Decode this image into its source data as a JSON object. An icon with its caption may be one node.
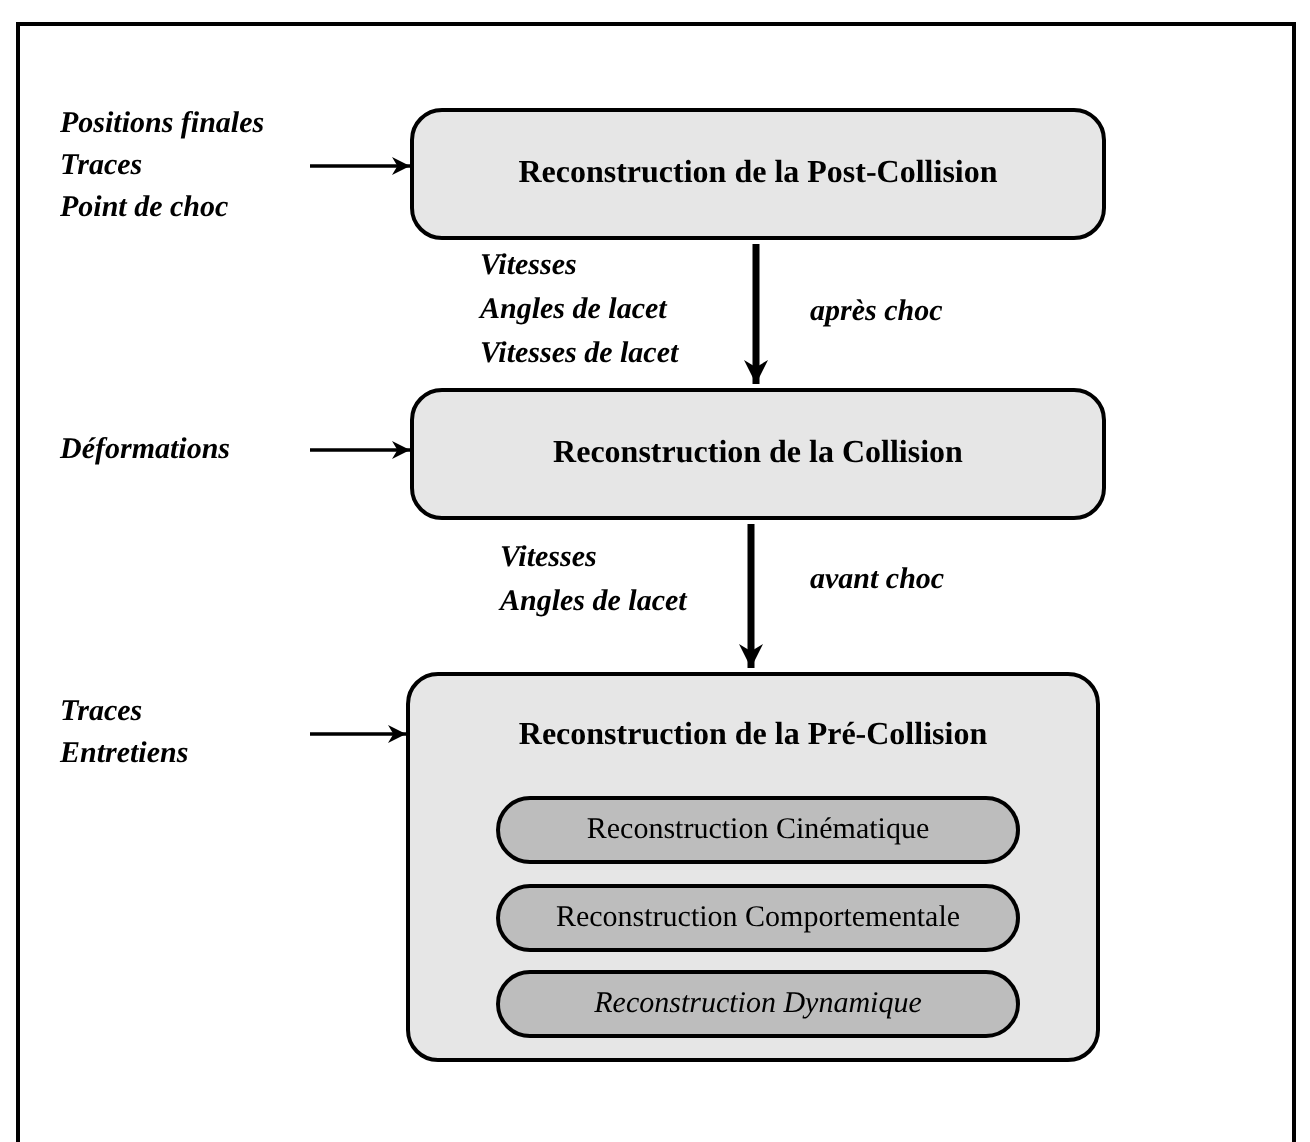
{
  "diagram": {
    "nodes": [
      {
        "text": [
          "Positions finales",
          "Traces",
          "Point de choc"
        ]
      },
      {
        "text": [
          "Reconstruction de la Post-Collision"
        ]
      },
      {
        "text": [
          "Déformations"
        ]
      },
      {
        "text": [
          "Reconstruction de la Collision"
        ]
      },
      {
        "text": [
          "Traces",
          "Entretiens"
        ]
      },
      {
        "text": [
          "Reconstruction de la Pré-Collision"
        ]
      },
      {
        "text": [
          "Reconstruction Cinématique"
        ],
        "in": 5
      },
      {
        "text": [
          "Reconstruction Comportementale"
        ],
        "in": 5
      },
      {
        "text": [
          "Reconstruction Dynamique"
        ],
        "in": 5
      }
    ],
    "edges": [
      {
        "from": 0,
        "to": 1,
        "arrow": "to"
      },
      {
        "from": 1,
        "to": 3,
        "arrow": "to",
        "label": "après choc",
        "style": "thick"
      },
      {
        "from": 2,
        "to": 3,
        "arrow": "to"
      },
      {
        "from": 3,
        "to": 5,
        "arrow": "to",
        "label": "avant choc",
        "style": "thick"
      },
      {
        "from": 4,
        "to": 5,
        "arrow": "to"
      }
    ],
    "labels": [
      "Vitesses",
      "Angles de lacet",
      "Vitesses de lacet",
      "Vitesses",
      "Angles de lacet"
    ]
  }
}
